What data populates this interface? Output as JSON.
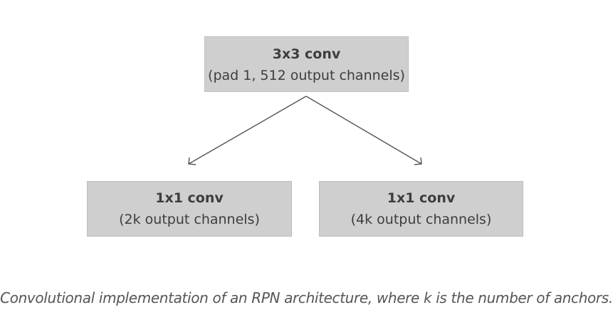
{
  "diagram": {
    "top_box": {
      "title": "3x3 conv",
      "subtitle": "(pad 1, 512 output channels)"
    },
    "left_box": {
      "title": "1x1 conv",
      "subtitle": "(2k output channels)"
    },
    "right_box": {
      "title": "1x1 conv",
      "subtitle": "(4k output channels)"
    },
    "colors": {
      "box_fill": "#cfcfcf",
      "box_text": "#3d3d3d",
      "arrow": "#555555",
      "caption": "#555555"
    }
  },
  "caption": "Convolutional implementation of an RPN architecture, where k is the number of anchors."
}
